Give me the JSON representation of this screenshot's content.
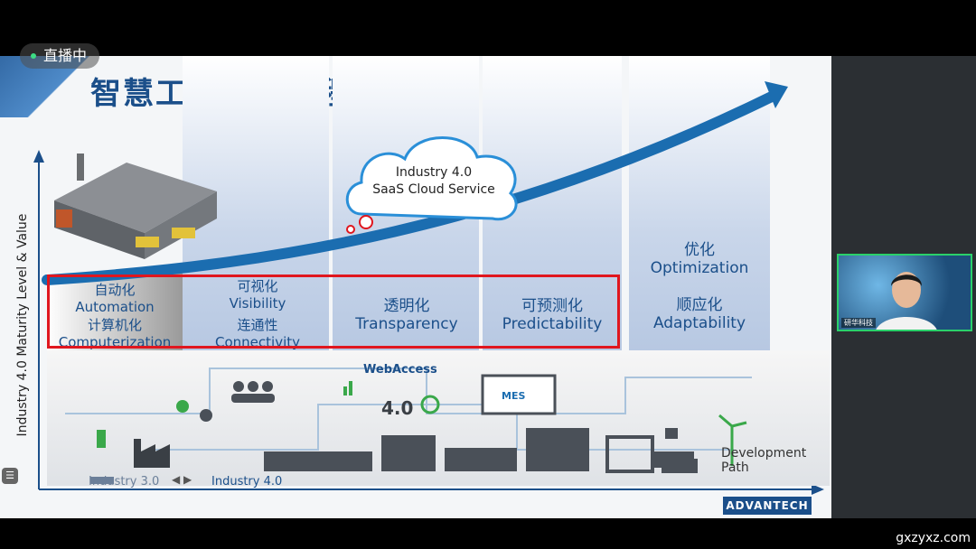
{
  "live": {
    "label": "直播中"
  },
  "slide": {
    "title": "智慧工厂发展历程",
    "y_axis_label": "Industry 4.0 Maturity Level & Value",
    "cloud": {
      "line1": "Industry 4.0",
      "line2": "SaaS Cloud Service"
    },
    "stages": [
      {
        "cn1": "自动化",
        "en1": "Automation",
        "cn2": "计算机化",
        "en2": "Computerization"
      },
      {
        "cn1": "可视化",
        "en1": "Visibility",
        "cn2": "连通性",
        "en2": "Connectivity"
      },
      {
        "cn1": "透明化",
        "en1": "Transparency"
      },
      {
        "cn1": "可预测化",
        "en1": "Predictability"
      },
      {
        "cn1": "优化",
        "en1": "Optimization",
        "cn2": "顺应化",
        "en2": "Adaptability"
      }
    ],
    "icons": {
      "webaccess": "WebAccess",
      "mes": "MES",
      "i40": "4.0"
    },
    "x_labels": {
      "industry3": "Industry 3.0",
      "industry4": "Industry 4.0"
    },
    "dev_path": "Development Path",
    "logo": "ADVANTECH"
  },
  "camera": {
    "name": "研华科技"
  },
  "watermark": "gxzyxz.com"
}
